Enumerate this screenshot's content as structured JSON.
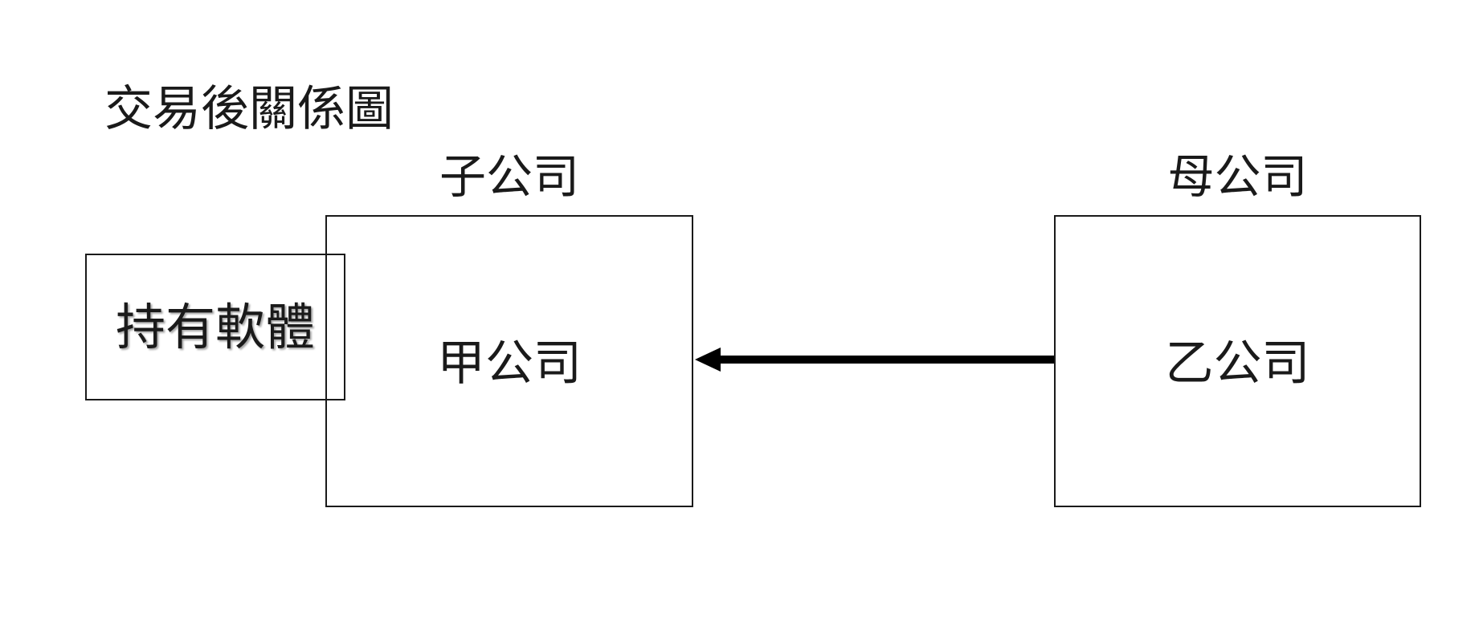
{
  "diagram": {
    "title": "交易後關係圖",
    "subsidiary_label": "子公司",
    "parent_label": "母公司",
    "company_a": "甲公司",
    "company_b": "乙公司",
    "software_box": "持有軟體"
  },
  "edges": [
    {
      "from": "company_b",
      "to": "company_a",
      "style": "solid-arrow"
    }
  ],
  "colors": {
    "line": "#000000",
    "text": "#1a1a1a",
    "background": "#ffffff"
  }
}
